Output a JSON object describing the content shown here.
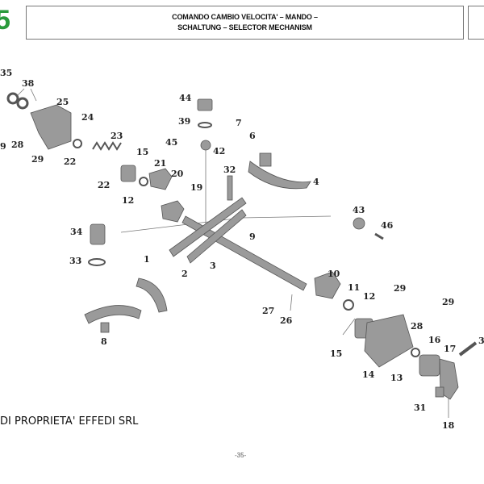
{
  "header": {
    "page_number": "5",
    "title_line1": "COMANDO CAMBIO VELOCITA' – MANDO –",
    "title_line2": "SCHALTUNG – SELECTOR MECHANISM"
  },
  "callouts": [
    "35",
    "38",
    "25",
    "24",
    "23",
    "9",
    "28",
    "29",
    "22",
    "15",
    "21",
    "20",
    "12",
    "22",
    "19",
    "44",
    "39",
    "7",
    "6",
    "45",
    "42",
    "32",
    "4",
    "43",
    "46",
    "34",
    "9",
    "33",
    "1",
    "2",
    "3",
    "10",
    "11",
    "12",
    "29",
    "29",
    "27",
    "26",
    "28",
    "16",
    "17",
    "3",
    "15",
    "14",
    "13",
    "8",
    "31",
    "18"
  ],
  "footer": {
    "ownership": "DI PROPRIETA' EFFEDI SRL",
    "page": "-35-"
  }
}
